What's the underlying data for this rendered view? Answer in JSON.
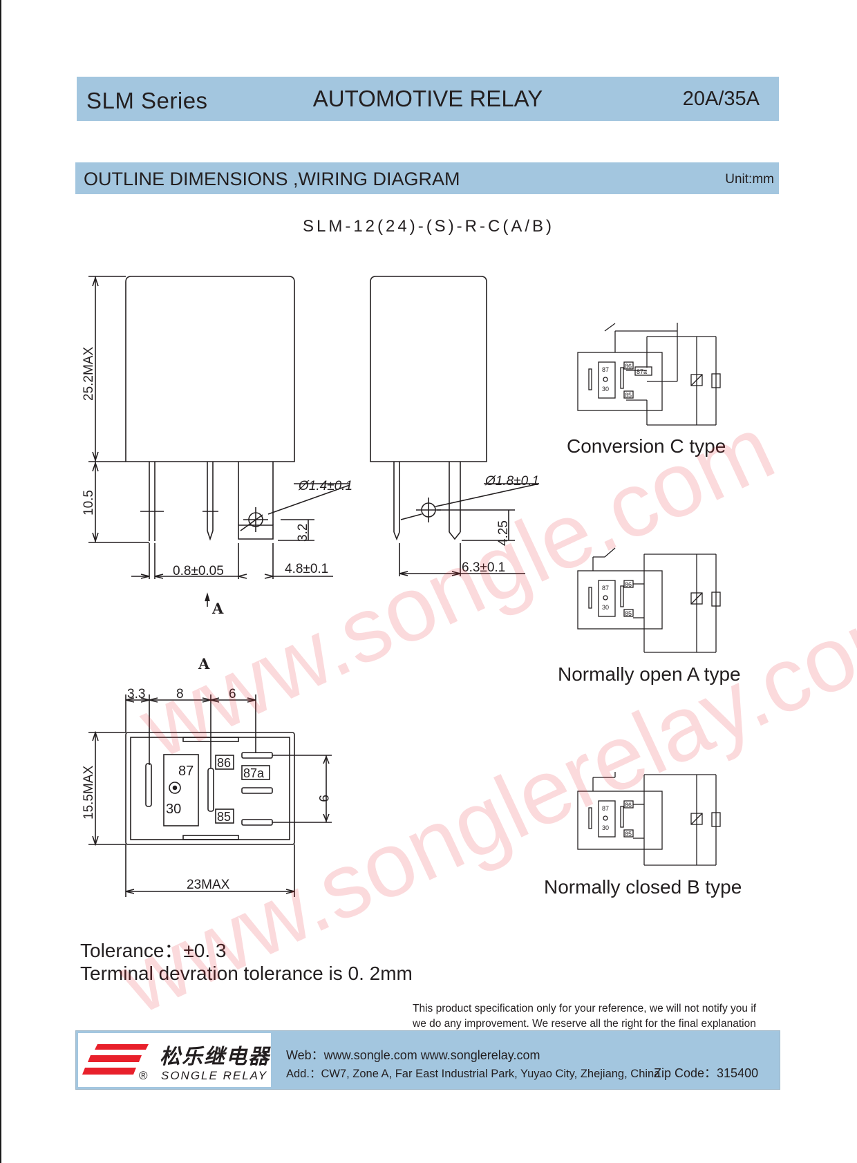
{
  "header": {
    "series": "SLM Series",
    "title": "AUTOMOTIVE RELAY",
    "rating": "20A/35A"
  },
  "section": {
    "title": "OUTLINE DIMENSIONS ,WIRING DIAGRAM",
    "unit": "Unit:mm"
  },
  "model": "SLM-12(24)-(S)-R-C(A/B)",
  "dims": {
    "height_max": "25.2MAX",
    "pin_length": "10.5",
    "pin_dia_1": "Ø1.4±0.1",
    "pin_dia_2": "Ø1.8±0.1",
    "offset_1": "3.2",
    "offset_2": "4.25",
    "pin_width": "0.8±0.05",
    "pin_space_1": "4.8±0.1",
    "pin_space_2": "6.3±0.1",
    "view_label": "A",
    "view_label_2": "A",
    "bottom_w1": "3.3",
    "bottom_w2": "8",
    "bottom_w3": "6",
    "bottom_h": "9",
    "width_max": "15.5MAX",
    "length_max": "23MAX",
    "t87": "87",
    "t30": "30",
    "t86": "86",
    "t87a": "87a",
    "t85": "85"
  },
  "wiring": {
    "c": "Conversion C type",
    "a": "Normally open A type",
    "b": "Normally closed B type"
  },
  "tolerance": {
    "line1": "Tolerance：±0. 3",
    "line2": "Terminal devration tolerance is 0. 2mm"
  },
  "note": {
    "line1": "This product specification only for your reference,   we will not notify you if",
    "line2": "we do any improvement. We reserve all the right for the final explanation"
  },
  "footer": {
    "brand_cn": "松乐继电器",
    "brand_en": "SONGLE RELAY",
    "reg": "®",
    "web": "Web：www.songle.com     www.songlerelay.com",
    "address": "Add.：CW7, Zone A, Far East Industrial Park, Yuyao City, Zhejiang, China",
    "zip": "Zip Code：315400"
  },
  "watermark": {
    "w1": "www.songle.com",
    "w2": "www.songlerelay.com"
  },
  "colors": {
    "band": "#a3c6df",
    "watermark": "#e8202b",
    "logo_red": "#e8202b"
  }
}
